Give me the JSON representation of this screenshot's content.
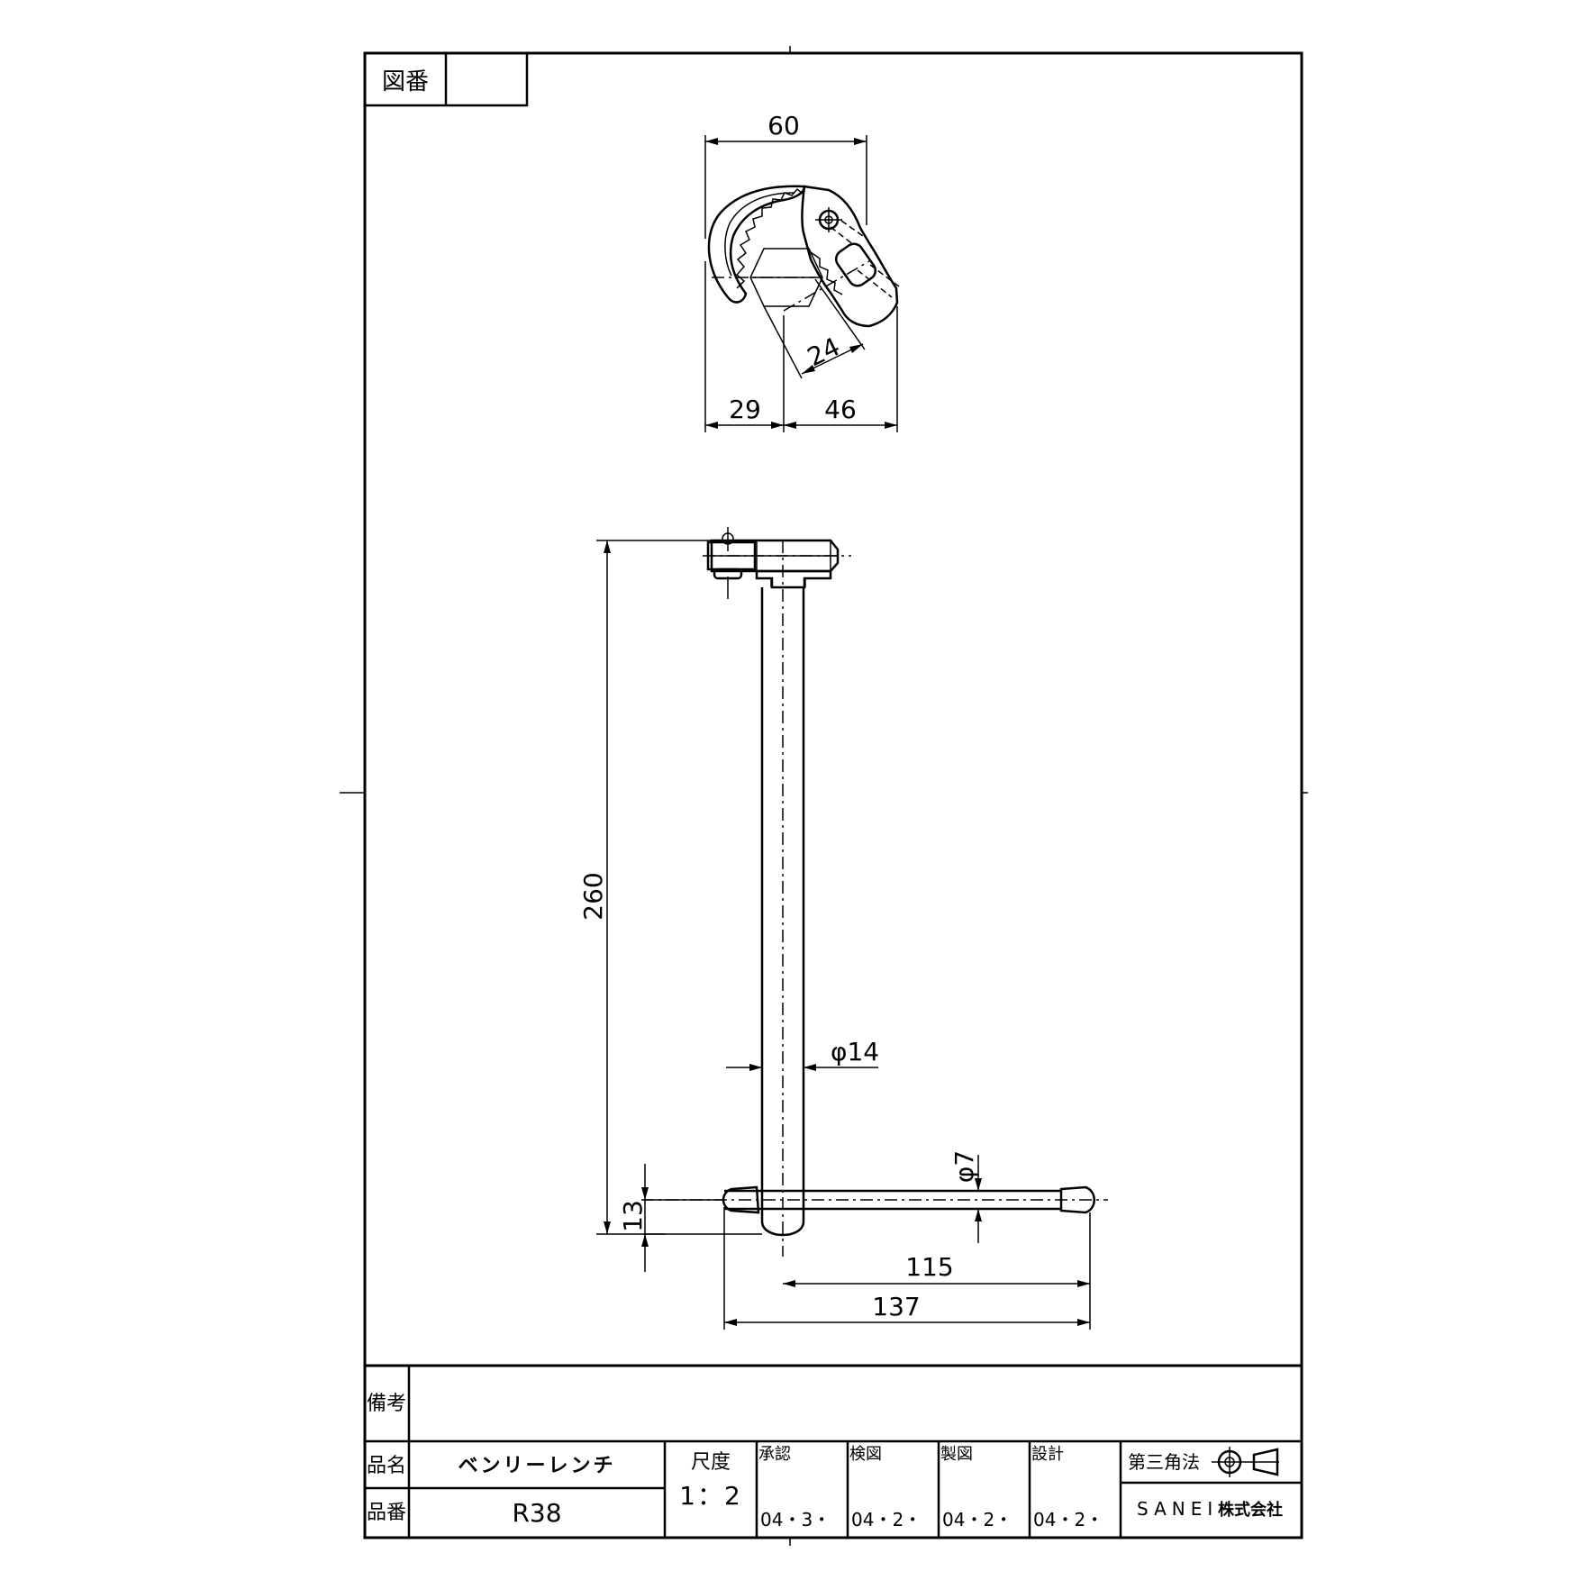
{
  "title_block": {
    "drawing_number_label": "図番",
    "drawing_number_value": "",
    "remarks_label": "備考",
    "remarks_value": "",
    "product_name_label": "品名",
    "product_name": "ベンリーレンチ",
    "product_number_label": "品番",
    "product_number": "R38",
    "scale_label": "尺度",
    "scale": "1：2",
    "approvals": [
      {
        "label": "承認",
        "date": "04・3・"
      },
      {
        "label": "検図",
        "date": "04・2・"
      },
      {
        "label": "製図",
        "date": "04・2・"
      },
      {
        "label": "設計",
        "date": "04・2・"
      }
    ],
    "projection_label": "第三角法",
    "company": "SANEI",
    "company_suffix": "株式会社"
  },
  "dimensions": {
    "head_width": "60",
    "head_left": "29",
    "head_right": "46",
    "jaw_opening": "24",
    "handle_length": "260",
    "shaft_diameter": "φ14",
    "bar_diameter": "φ7",
    "bar_offset": "13",
    "bar_half_length": "115",
    "bar_total_length": "137"
  },
  "icons": {
    "projection_symbol": "third-angle-projection-icon"
  }
}
